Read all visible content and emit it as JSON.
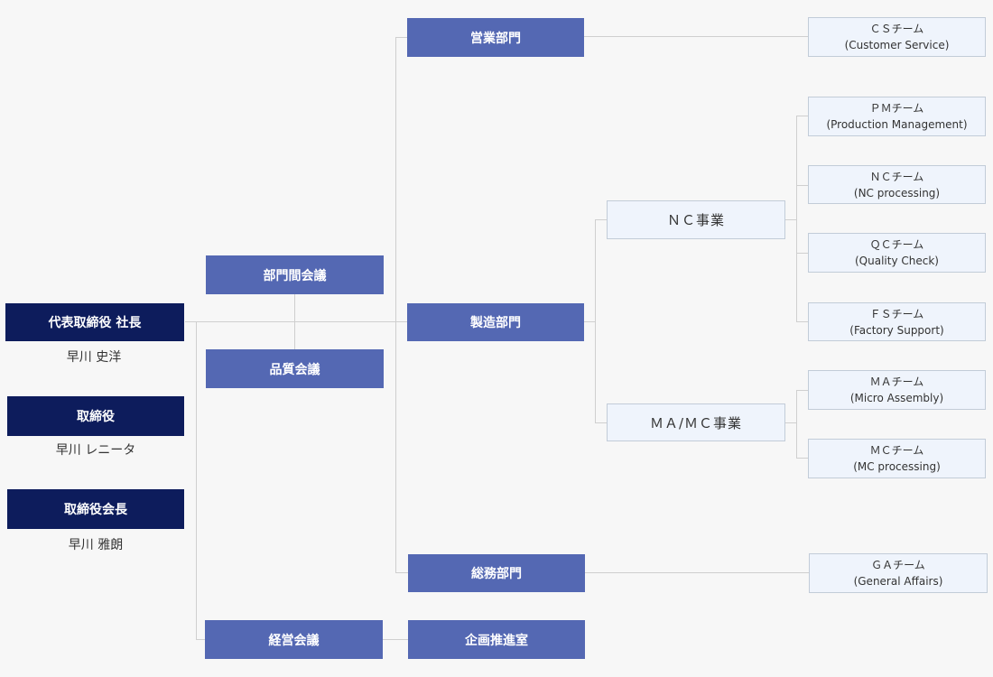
{
  "executives": [
    {
      "title": "代表取締役 社長",
      "name": "早川 史洋"
    },
    {
      "title": "取締役",
      "name": "早川 レニータ"
    },
    {
      "title": "取締役会長",
      "name": "早川 雅朗"
    }
  ],
  "committees": {
    "interdept": "部門間会議",
    "quality": "品質会議",
    "management": "経営会議"
  },
  "departments": {
    "sales": "営業部門",
    "manufacturing": "製造部門",
    "general": "総務部門",
    "planning": "企画推進室"
  },
  "businesses": {
    "nc": "ＮＣ事業",
    "mamc": "ＭＡ/ＭＣ事業"
  },
  "teams": {
    "cs": {
      "name": "ＣＳチーム",
      "en": "(Customer Service)"
    },
    "pm": {
      "name": "ＰＭチーム",
      "en": "(Production Management)"
    },
    "nc": {
      "name": "ＮＣチーム",
      "en": "(NC processing)"
    },
    "qc": {
      "name": "ＱＣチーム",
      "en": "(Quality Check)"
    },
    "fs": {
      "name": "ＦＳチーム",
      "en": "(Factory Support)"
    },
    "ma": {
      "name": "ＭＡチーム",
      "en": "(Micro Assembly)"
    },
    "mc": {
      "name": "ＭＣチーム",
      "en": "(MC processing)"
    },
    "ga": {
      "name": "ＧＡチーム",
      "en": "(General Affairs)"
    }
  },
  "colors": {
    "executive": "#0d1c5c",
    "department": "#5468b3",
    "team_bg": "#eff4fc",
    "line": "#cfcfcf"
  }
}
